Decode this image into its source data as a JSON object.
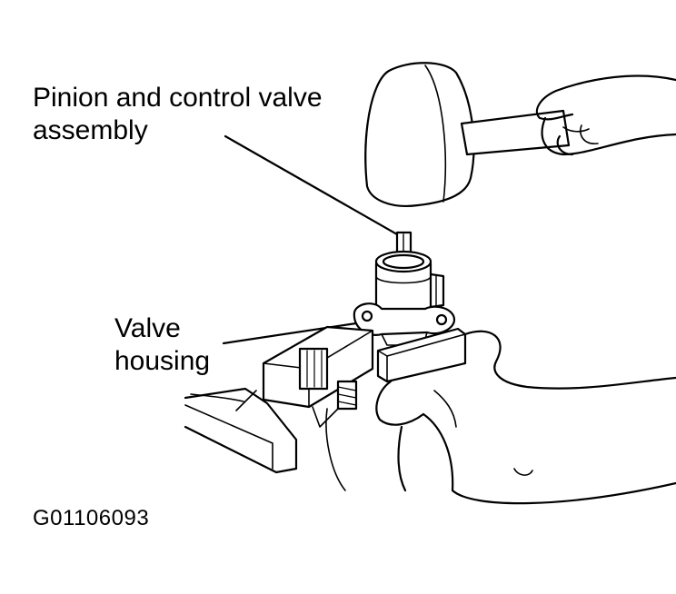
{
  "labels": {
    "pinion_line1": "Pinion and control valve",
    "pinion_line2": "assembly",
    "valve_line1": "Valve",
    "valve_line2": "housing"
  },
  "figure_code": "G01106093",
  "colors": {
    "ink": "#000000",
    "paper": "#ffffff"
  }
}
